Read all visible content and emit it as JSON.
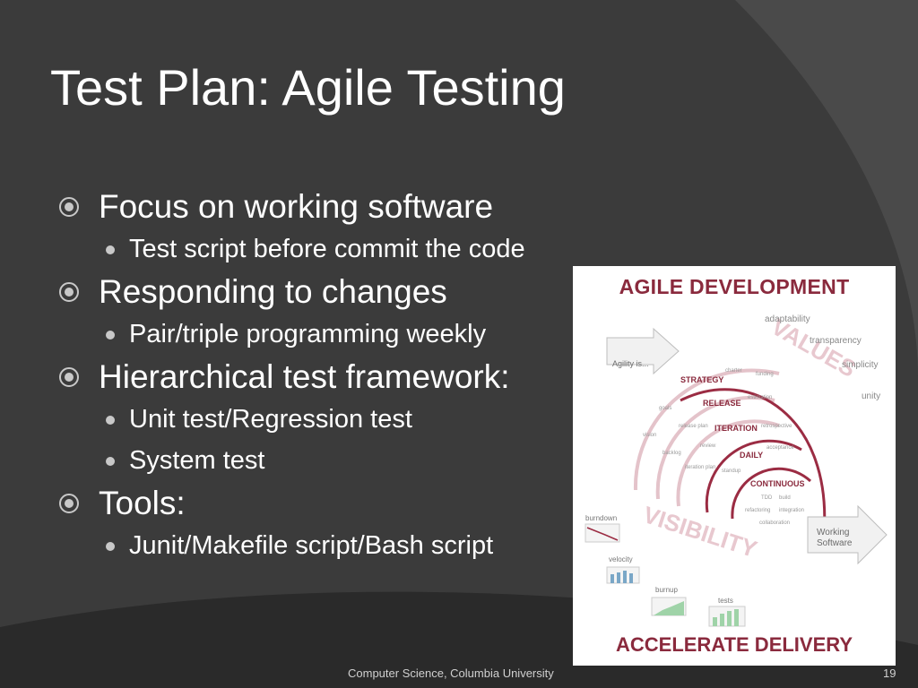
{
  "slide": {
    "title": "Test Plan: Agile Testing",
    "bullets": [
      {
        "text": "Focus on working software",
        "sub": [
          "Test script before commit the code"
        ]
      },
      {
        "text": "Responding to changes",
        "sub": [
          "Pair/triple programming weekly"
        ]
      },
      {
        "text": "Hierarchical test framework:",
        "sub": [
          "Unit test/Regression test",
          "System test"
        ]
      },
      {
        "text": "Tools:",
        "sub": [
          "Junit/Makefile script/Bash script"
        ]
      }
    ],
    "footer": "Computer Science, Columbia University",
    "page_number": "19"
  },
  "figure": {
    "heading_top": "AGILE DEVELOPMENT",
    "heading_bottom": "ACCELERATE DELIVERY",
    "values_word": "VALUES",
    "visibility_word": "VISIBILITY",
    "agility": "Agility is...",
    "working_software": [
      "Working",
      "Software"
    ],
    "levels": [
      "STRATEGY",
      "RELEASE",
      "ITERATION",
      "DAILY",
      "CONTINUOUS"
    ],
    "value_items": [
      "adaptability",
      "transparency",
      "simplicity",
      "unity"
    ],
    "small_labels": [
      "charter",
      "funding",
      "estimation",
      "goals",
      "release plan",
      "retrospective",
      "vision",
      "review",
      "acceptance",
      "backlog",
      "iteration plan",
      "standup",
      "TDD",
      "build",
      "refactoring",
      "integration",
      "collaboration"
    ],
    "metric_labels": [
      "burndown",
      "velocity",
      "burnup",
      "tests"
    ],
    "colors": {
      "accent": "#8a2a3d",
      "arrow": "#9b2c43",
      "light": "#e8c8cf"
    }
  }
}
